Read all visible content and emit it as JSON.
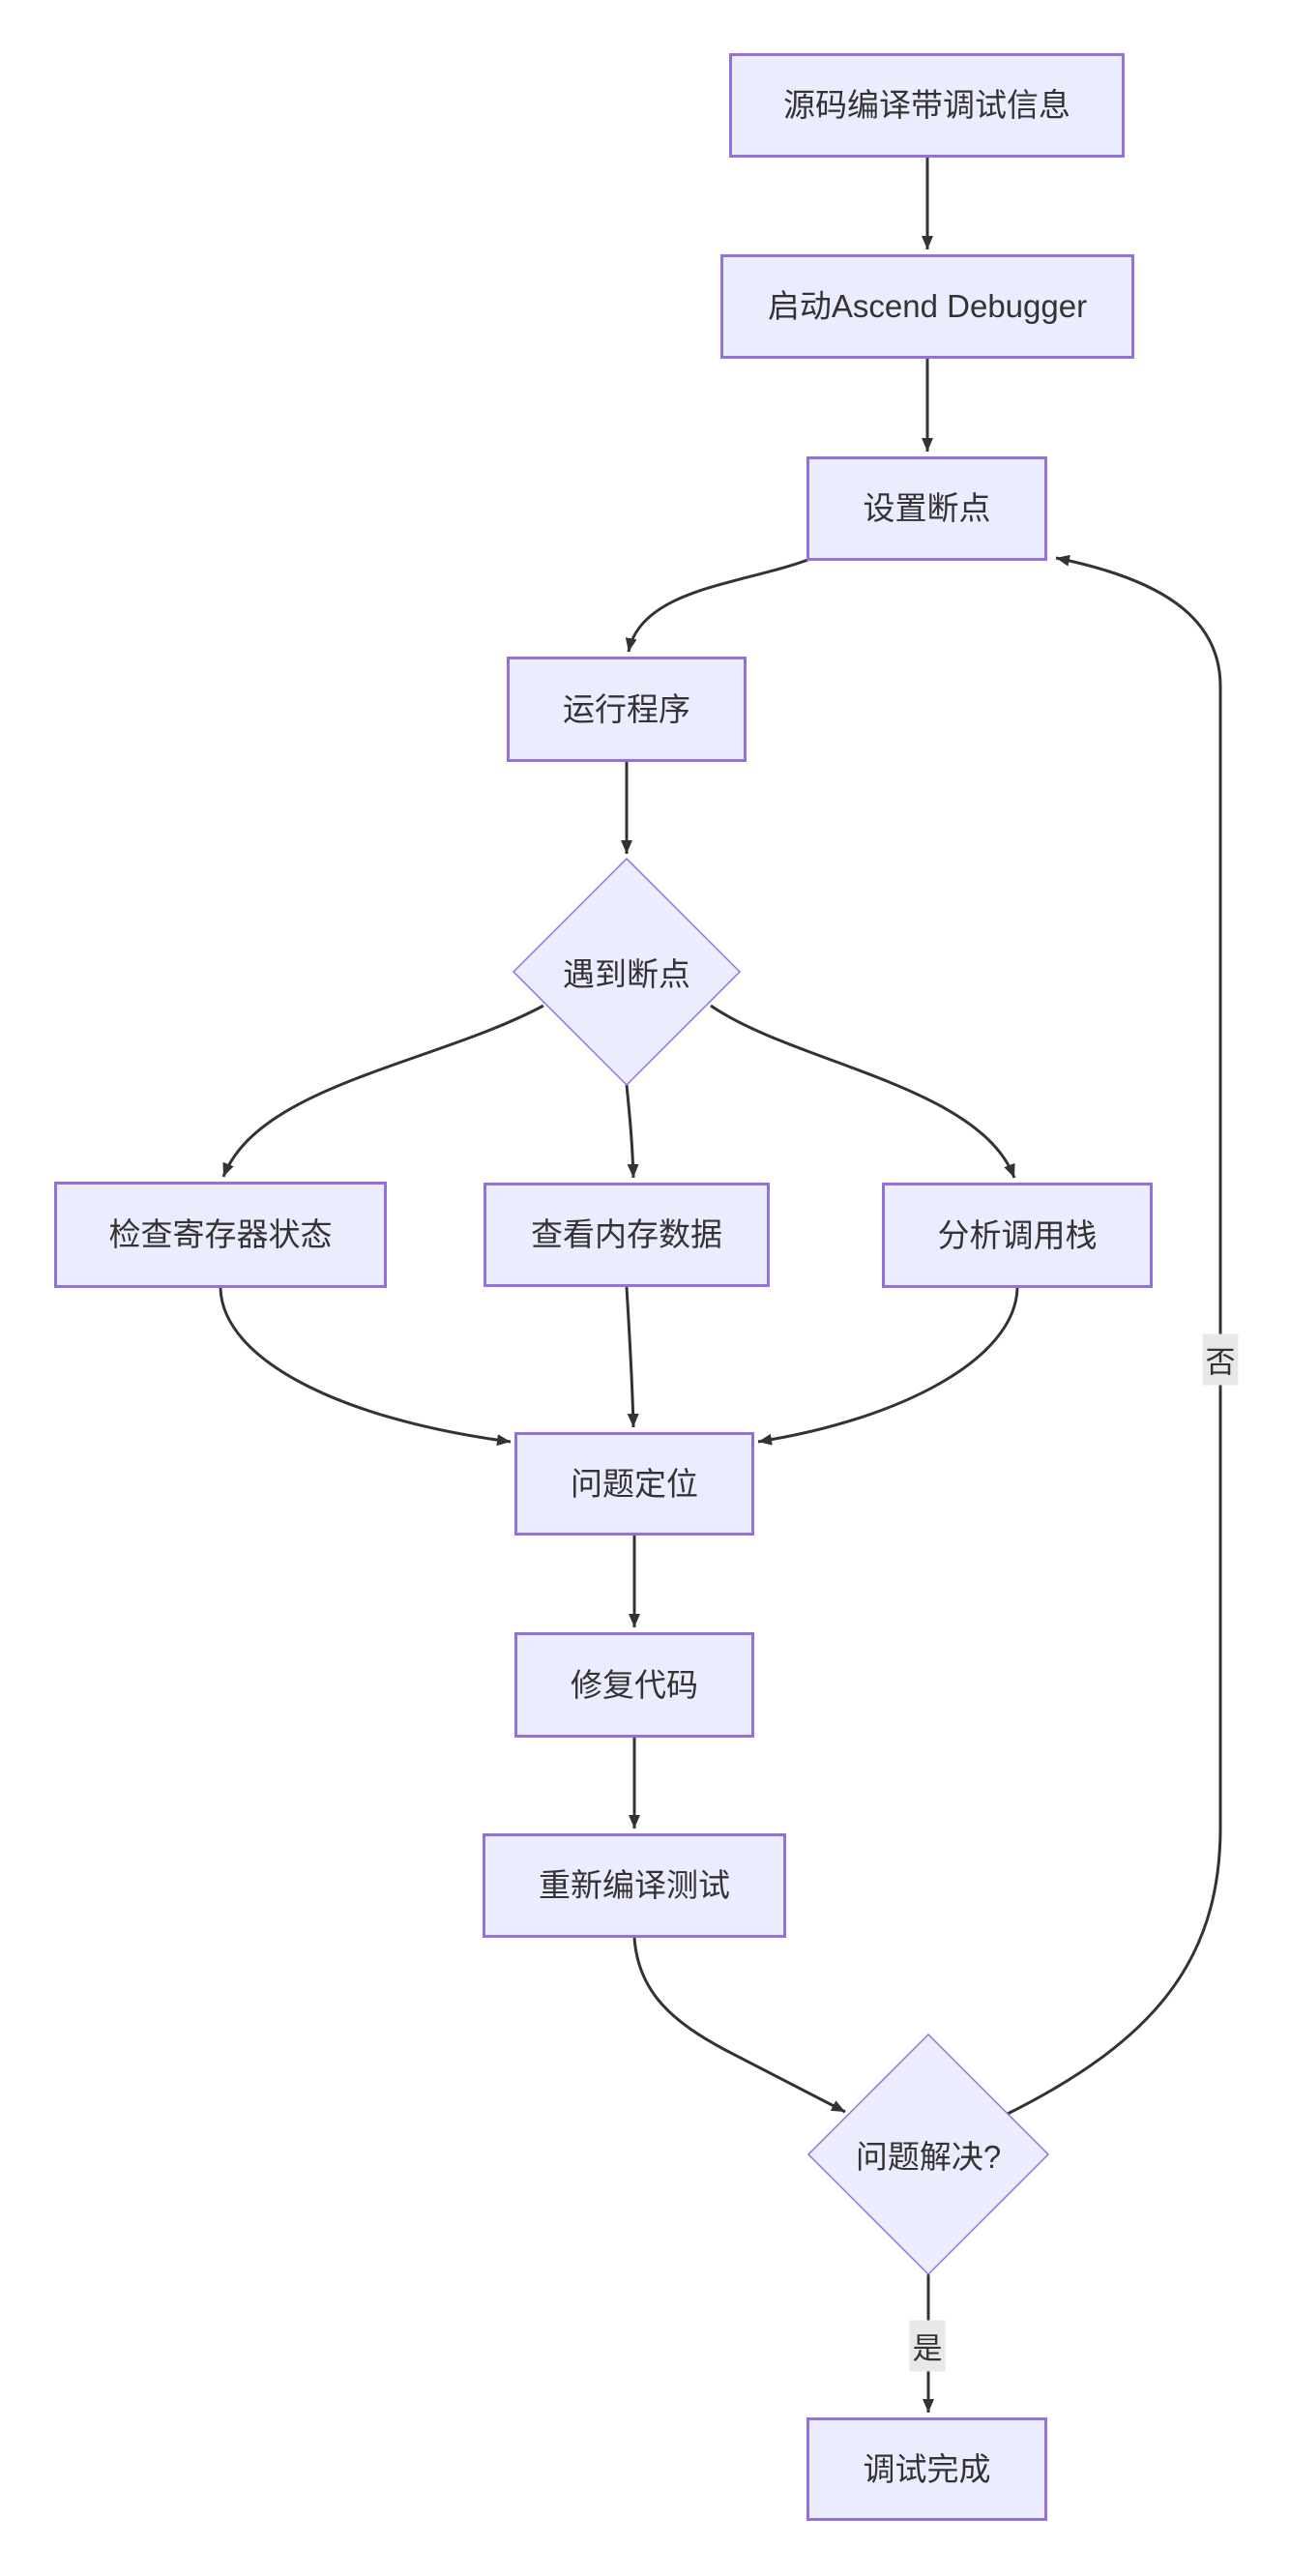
{
  "diagram": {
    "type": "flowchart",
    "background_color": "#ffffff",
    "node_fill_color": "#ECECFF",
    "node_border_color": "#9370DB",
    "edge_color": "#333333",
    "text_color": "#333333",
    "edge_label_background": "#e8e8e8"
  },
  "nodes": {
    "compile": {
      "label": "源码编译带调试信息",
      "shape": "rect"
    },
    "debugger": {
      "label": "启动Ascend Debugger",
      "shape": "rect"
    },
    "set_breakpoint": {
      "label": "设置断点",
      "shape": "rect"
    },
    "run_program": {
      "label": "运行程序",
      "shape": "rect"
    },
    "hit_breakpoint": {
      "label": "遇到断点",
      "shape": "diamond"
    },
    "check_registers": {
      "label": "检查寄存器状态",
      "shape": "rect"
    },
    "view_memory": {
      "label": "查看内存数据",
      "shape": "rect"
    },
    "analyze_stack": {
      "label": "分析调用栈",
      "shape": "rect"
    },
    "locate_problem": {
      "label": "问题定位",
      "shape": "rect"
    },
    "fix_code": {
      "label": "修复代码",
      "shape": "rect"
    },
    "recompile_test": {
      "label": "重新编译测试",
      "shape": "rect"
    },
    "problem_solved": {
      "label": "问题解决?",
      "shape": "diamond"
    },
    "debug_done": {
      "label": "调试完成",
      "shape": "rect"
    }
  },
  "edge_labels": {
    "no": "否",
    "yes": "是"
  }
}
